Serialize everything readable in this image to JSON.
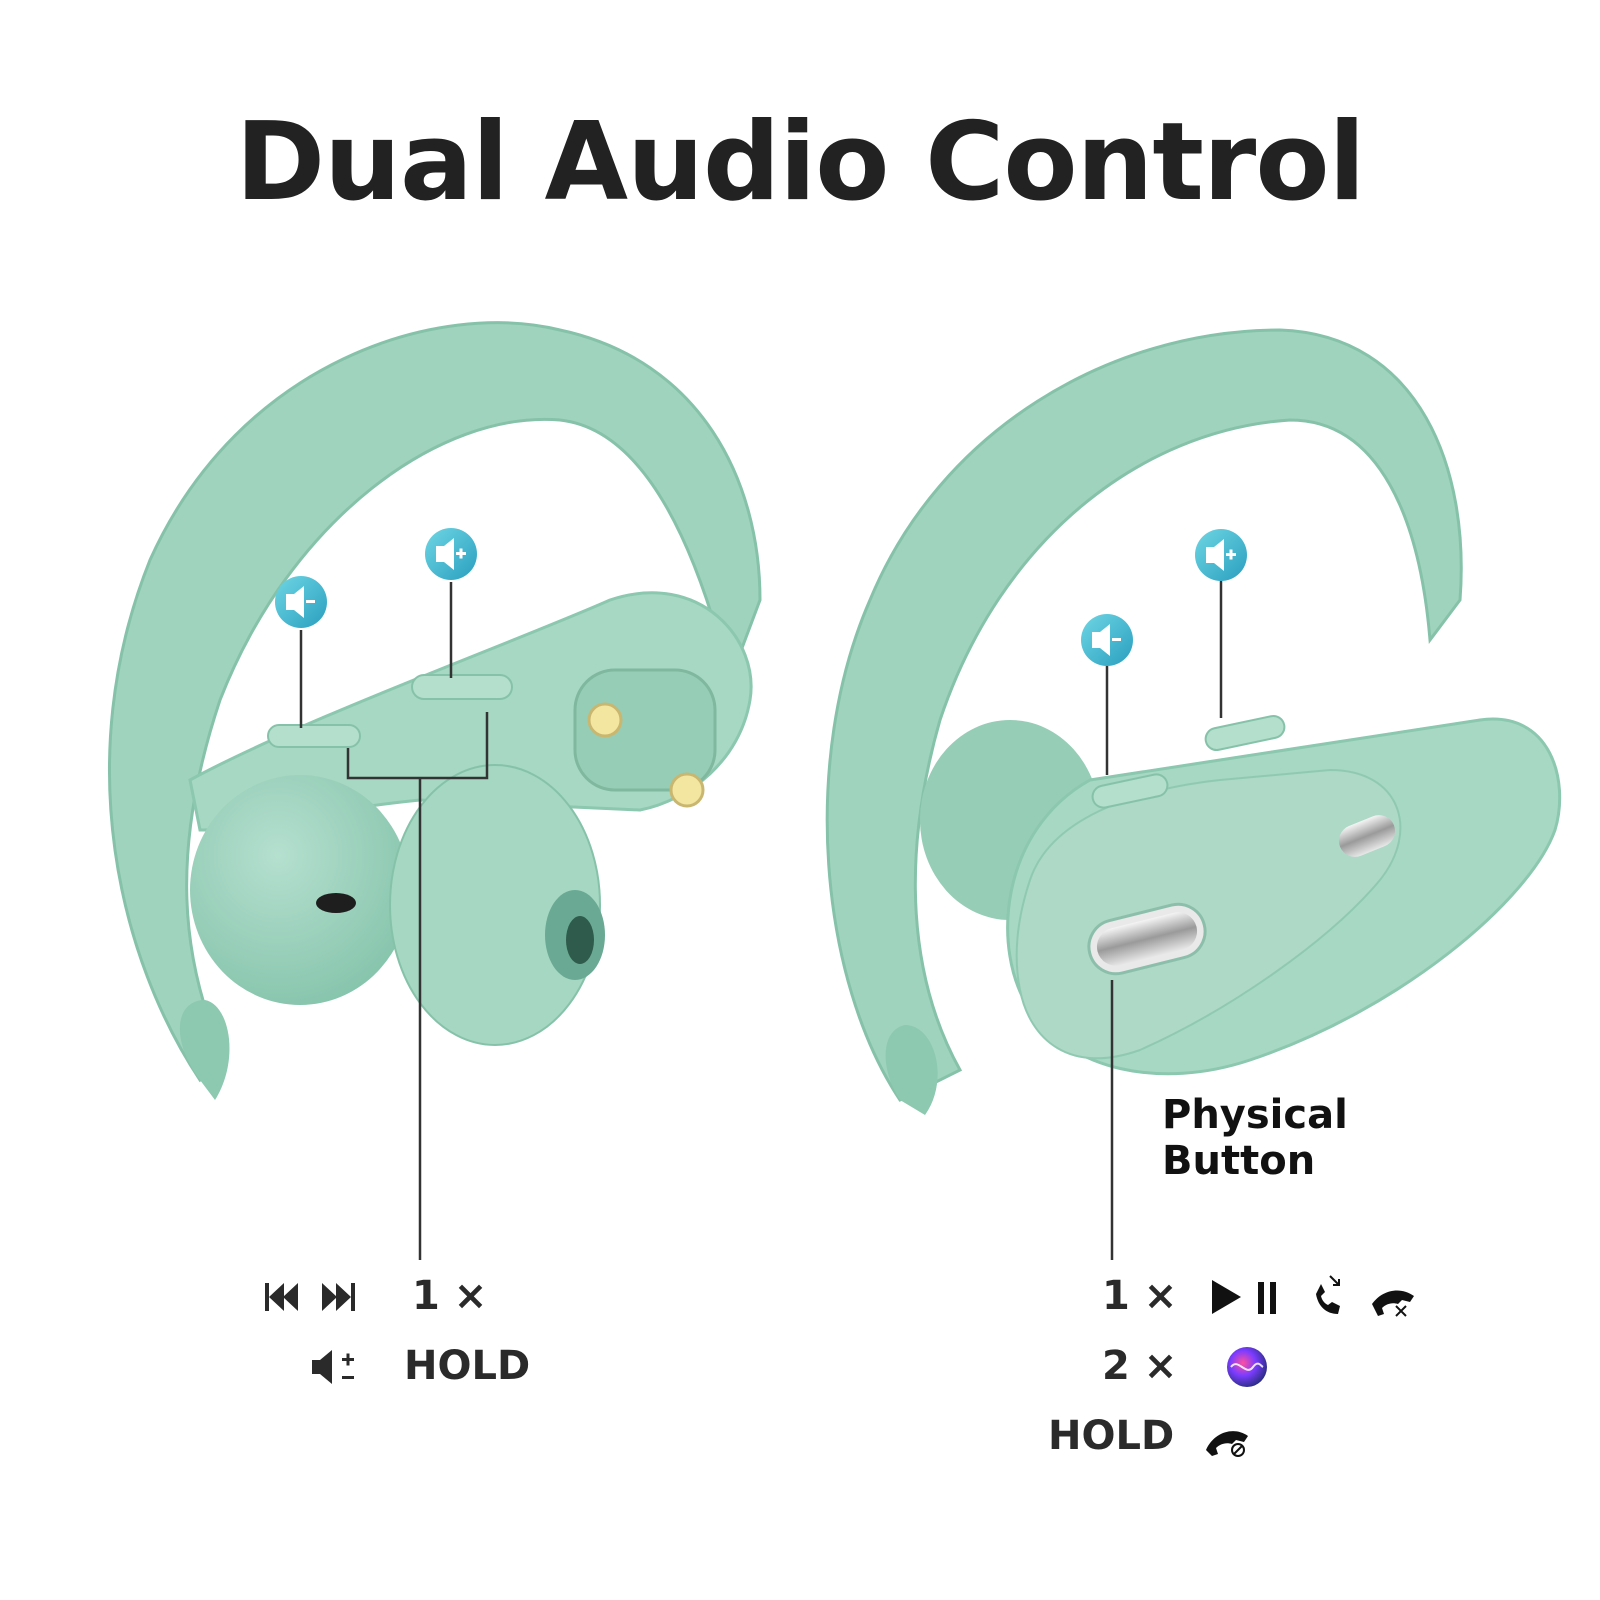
{
  "title": "Dual Audio Control",
  "colors": {
    "earbud": "#9fd3bd",
    "earbud_shade": "#7cbca3",
    "badge": "#4bbfd3",
    "line": "#222222"
  },
  "icons": {
    "volume_down_left": "volume-down-icon",
    "volume_up_left": "volume-up-icon",
    "volume_down_right": "volume-down-icon",
    "volume_up_right": "volume-up-icon"
  },
  "left": {
    "controls": [
      {
        "icons": [
          "previous-track-icon",
          "next-track-icon"
        ],
        "action": "1 ×"
      },
      {
        "icons": [
          "volume-plus-minus-icon"
        ],
        "action": "HOLD"
      }
    ]
  },
  "right": {
    "callout": {
      "line1": "Physical",
      "line2": "Button"
    },
    "controls": [
      {
        "action": "1 ×",
        "icons": [
          "play-icon",
          "pause-icon",
          "answer-call-icon",
          "reject-call-icon"
        ]
      },
      {
        "action": "2 ×",
        "icons": [
          "siri-icon"
        ]
      },
      {
        "action": "HOLD",
        "icons": [
          "end-call-icon"
        ]
      }
    ]
  }
}
